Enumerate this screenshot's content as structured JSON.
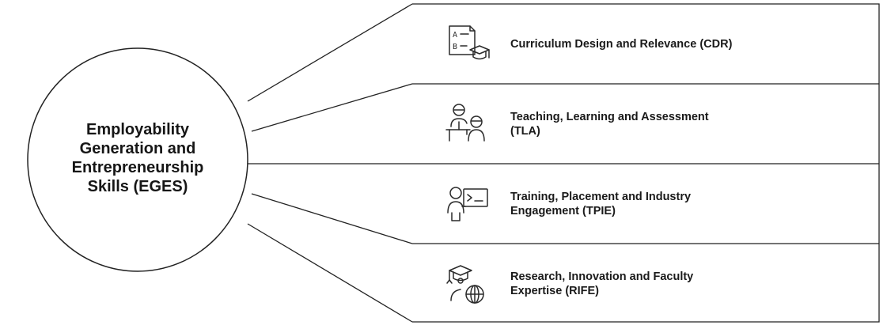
{
  "center": {
    "lines": [
      "Employability",
      "Generation and",
      "Entrepreneurship",
      "Skills (EGES)"
    ]
  },
  "items": [
    {
      "lines": [
        "Curriculum Design and Relevance (CDR)"
      ],
      "icon": "ab-document-graduation-cap-icon"
    },
    {
      "lines": [
        "Teaching, Learning and Assessment",
        "(TLA)"
      ],
      "icon": "teacher-and-student-icon"
    },
    {
      "lines": [
        "Training, Placement and Industry",
        "Engagement (TPIE)"
      ],
      "icon": "person-with-terminal-icon"
    },
    {
      "lines": [
        "Research, Innovation and Faculty",
        "Expertise (RIFE)"
      ],
      "icon": "graduate-with-globe-icon"
    }
  ],
  "icon_text": {
    "a": "A",
    "b": "B"
  },
  "colors": {
    "line": "#222222",
    "text": "#111111",
    "background": "#ffffff"
  }
}
